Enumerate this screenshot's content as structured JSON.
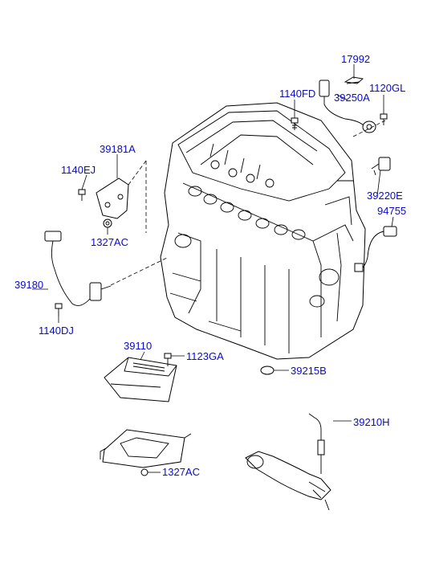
{
  "labels": {
    "p17992": "17992",
    "p1140FD": "1140FD",
    "p1120GL": "1120GL",
    "p39250A": "39250A",
    "p39181A": "39181A",
    "p1140EJ": "1140EJ",
    "p1327AC_top": "1327AC",
    "p39220E": "39220E",
    "p94755": "94755",
    "p39180": "39180",
    "p1140DJ": "1140DJ",
    "p39110": "39110",
    "p1123GA": "1123GA",
    "p39215B": "39215B",
    "p39210H": "39210H",
    "p1327AC_bottom": "1327AC"
  },
  "colors": {
    "label": "#0a0ad0",
    "line": "#000000"
  }
}
